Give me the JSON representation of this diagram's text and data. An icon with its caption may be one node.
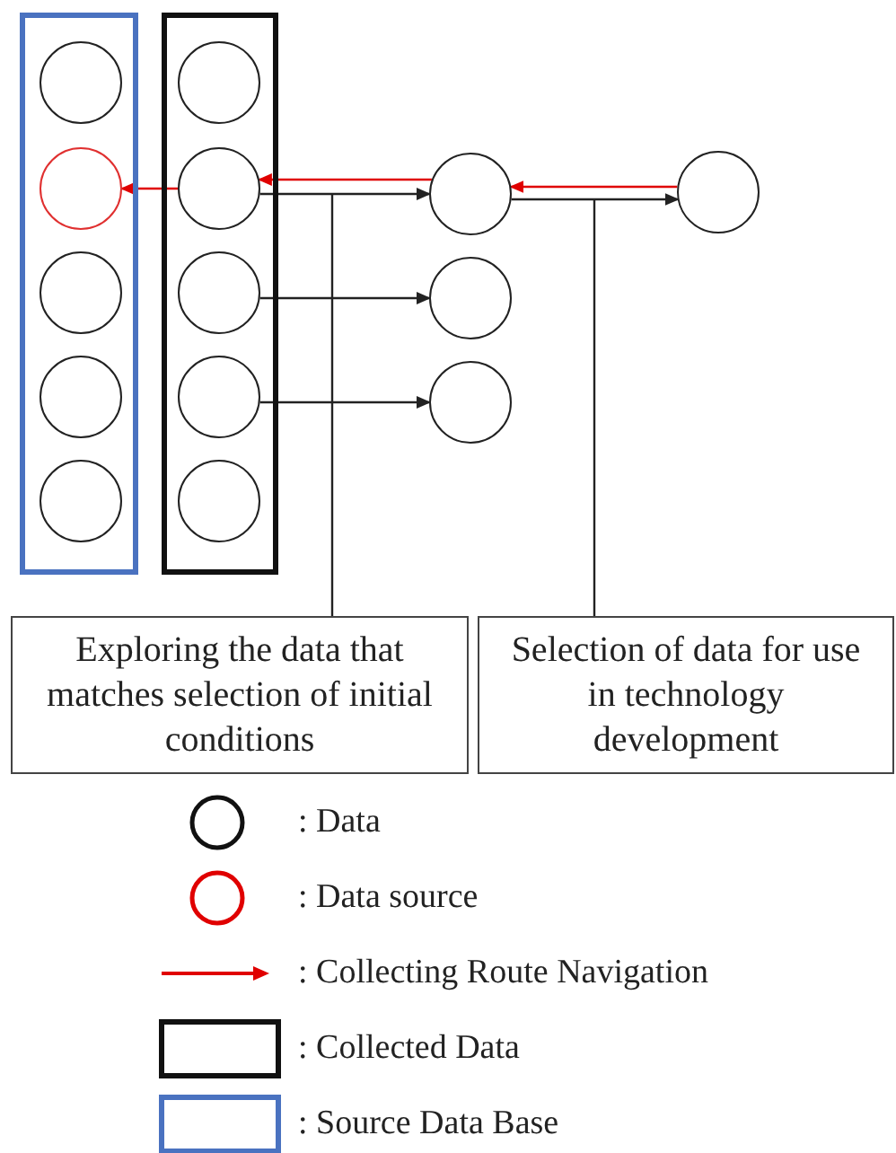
{
  "diagram": {
    "nodes": [
      {
        "text": [],
        "shape": "box"
      },
      {
        "text": [],
        "shape": "circle",
        "in": 0
      },
      {
        "text": [],
        "shape": "circle",
        "in": 0
      },
      {
        "text": [],
        "shape": "circle",
        "in": 0
      },
      {
        "text": [],
        "shape": "circle",
        "in": 0
      },
      {
        "text": [],
        "shape": "circle",
        "in": 0
      },
      {
        "text": [],
        "shape": "box"
      },
      {
        "text": [],
        "shape": "circle",
        "in": 6
      },
      {
        "text": [],
        "shape": "circle",
        "in": 6
      },
      {
        "text": [],
        "shape": "circle",
        "in": 6
      },
      {
        "text": [],
        "shape": "circle",
        "in": 6
      },
      {
        "text": [],
        "shape": "circle",
        "in": 6
      },
      {
        "text": [],
        "shape": "circle"
      },
      {
        "text": [],
        "shape": "circle"
      },
      {
        "text": [],
        "shape": "circle"
      },
      {
        "text": [],
        "shape": "circle"
      },
      {
        "text": [
          "Exploring the data that matches selection of initial conditions"
        ]
      },
      {
        "text": [
          "Selection of data for use in technology development"
        ]
      }
    ],
    "edges": [
      {
        "from": 8,
        "to": 2,
        "arrow": "to",
        "color": "#e00000"
      },
      {
        "from": 12,
        "to": 8,
        "arrow": "to",
        "color": "#e00000"
      },
      {
        "from": 15,
        "to": 12,
        "arrow": "to",
        "color": "#e00000"
      },
      {
        "from": 8,
        "to": 12,
        "arrow": "to"
      },
      {
        "from": 9,
        "to": 13,
        "arrow": "to"
      },
      {
        "from": 10,
        "to": 14,
        "arrow": "to"
      },
      {
        "from": 12,
        "to": 15,
        "arrow": "to"
      },
      {
        "from": 16,
        "to": null,
        "arrow": "none"
      },
      {
        "from": 17,
        "to": null,
        "arrow": "none"
      }
    ],
    "legend": [
      {
        "text": ": Data"
      },
      {
        "text": ": Data source"
      },
      {
        "text": ": Collecting Route Navigation"
      },
      {
        "text": ": Collected Data"
      },
      {
        "text": ": Source Data Base"
      }
    ]
  }
}
